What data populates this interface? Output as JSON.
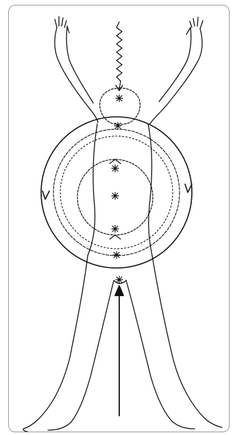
{
  "figure": {
    "colors": {
      "ink": "#111111",
      "frame": "#9a9a9a",
      "background": "#ffffff"
    },
    "elements": [
      "body-outline",
      "head-wave-circle",
      "downward-spiral-arrow",
      "outer-circle-arrows",
      "middle-wave-ring",
      "inner-wave-circle",
      "center-star",
      "upward-arrow"
    ]
  }
}
